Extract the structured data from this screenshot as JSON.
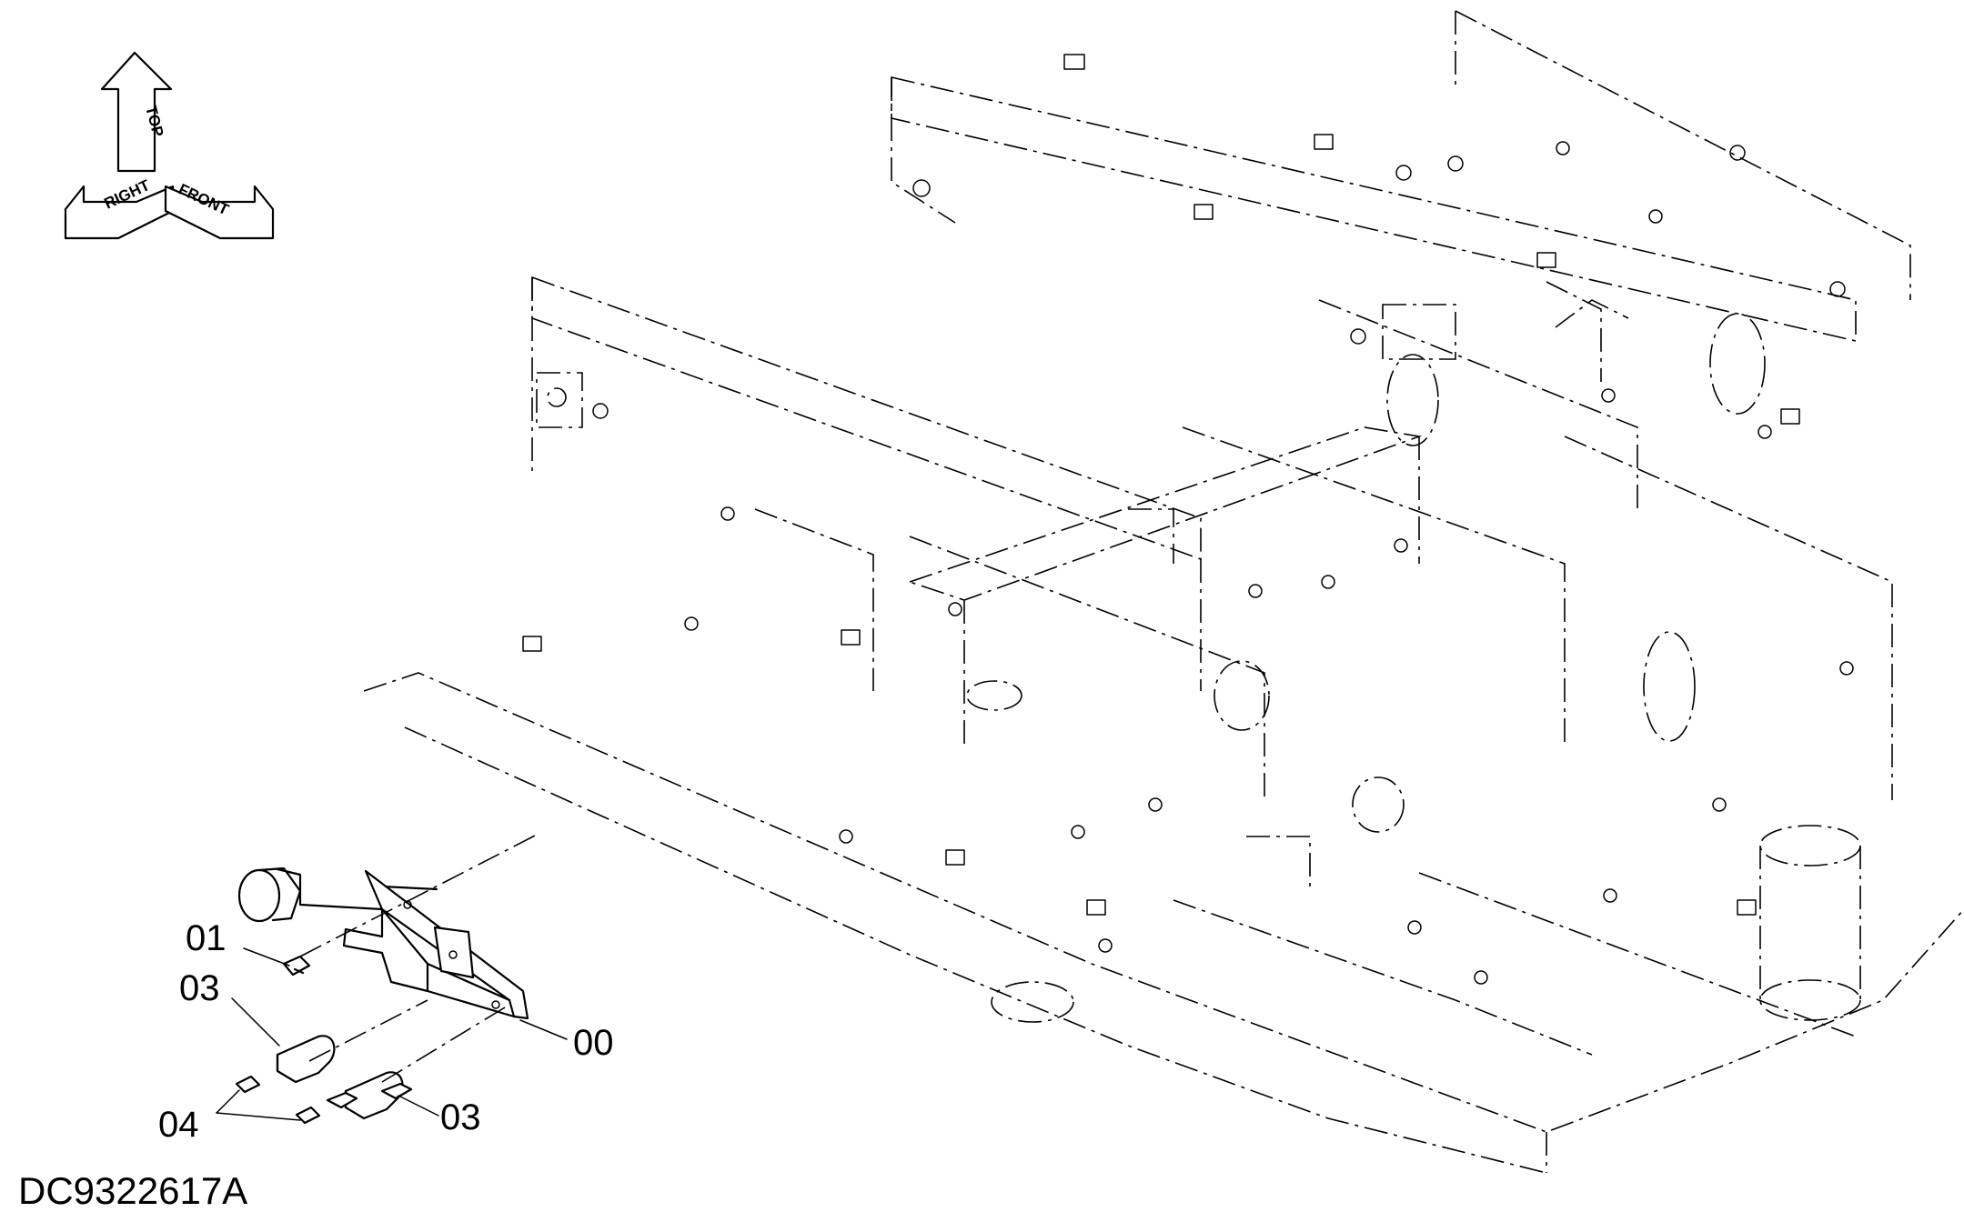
{
  "orientation_indicator": {
    "top": "TOP",
    "right": "RIGHT",
    "front": "FRONT"
  },
  "part_callouts": [
    {
      "id": "callout-00",
      "label": "00"
    },
    {
      "id": "callout-01",
      "label": "01"
    },
    {
      "id": "callout-03a",
      "label": "03"
    },
    {
      "id": "callout-03b",
      "label": "03"
    },
    {
      "id": "callout-04",
      "label": "04"
    }
  ],
  "drawing_code": "DC9322617A"
}
